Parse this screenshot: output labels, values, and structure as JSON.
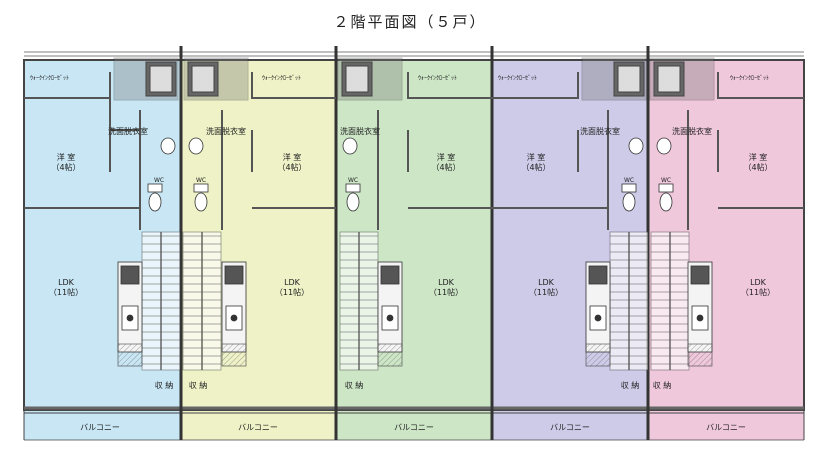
{
  "title": "２階平面図（５戸）",
  "units": [
    {
      "id": "unit-1",
      "color": "#c8e6f4",
      "walk_in": "ｳｫｰｸｲﾝｸﾛｰｾﾞｯﾄ",
      "washroom": "洗面脱衣室",
      "wc": "WC",
      "bedroom": "洋 室",
      "bedroom_size": "（4帖）",
      "ldk": "LDK",
      "ldk_size": "（11帖）",
      "storage": "収 納",
      "balcony": "バルコニー"
    },
    {
      "id": "unit-2",
      "color": "#eef2c6",
      "walk_in": "ｳｫｰｸｲﾝｸﾛｰｾﾞｯﾄ",
      "washroom": "洗面脱衣室",
      "wc": "WC",
      "bedroom": "洋 室",
      "bedroom_size": "（4帖）",
      "ldk": "LDK",
      "ldk_size": "（11帖）",
      "storage": "収 納",
      "balcony": "バルコニー"
    },
    {
      "id": "unit-3",
      "color": "#cce6c6",
      "walk_in": "ｳｫｰｸｲﾝｸﾛｰｾﾞｯﾄ",
      "washroom": "洗面脱衣室",
      "wc": "WC",
      "bedroom": "洋 室",
      "bedroom_size": "（4帖）",
      "ldk": "LDK",
      "ldk_size": "（11帖）",
      "storage": "収 納",
      "balcony": "バルコニー"
    },
    {
      "id": "unit-4",
      "color": "#cdcbe8",
      "walk_in": "ｳｫｰｸｲﾝｸﾛｰｾﾞｯﾄ",
      "washroom": "洗面脱衣室",
      "wc": "WC",
      "bedroom": "洋 室",
      "bedroom_size": "（4帖）",
      "ldk": "LDK",
      "ldk_size": "（11帖）",
      "storage": "収 納",
      "balcony": "バルコニー"
    },
    {
      "id": "unit-5",
      "color": "#f0c8dc",
      "walk_in": "ｳｫｰｸｲﾝｸﾛｰｾﾞｯﾄ",
      "washroom": "洗面脱衣室",
      "wc": "WC",
      "bedroom": "洋 室",
      "bedroom_size": "（4帖）",
      "ldk": "LDK",
      "ldk_size": "（11帖）",
      "storage": "収 納",
      "balcony": "バルコニー"
    }
  ]
}
